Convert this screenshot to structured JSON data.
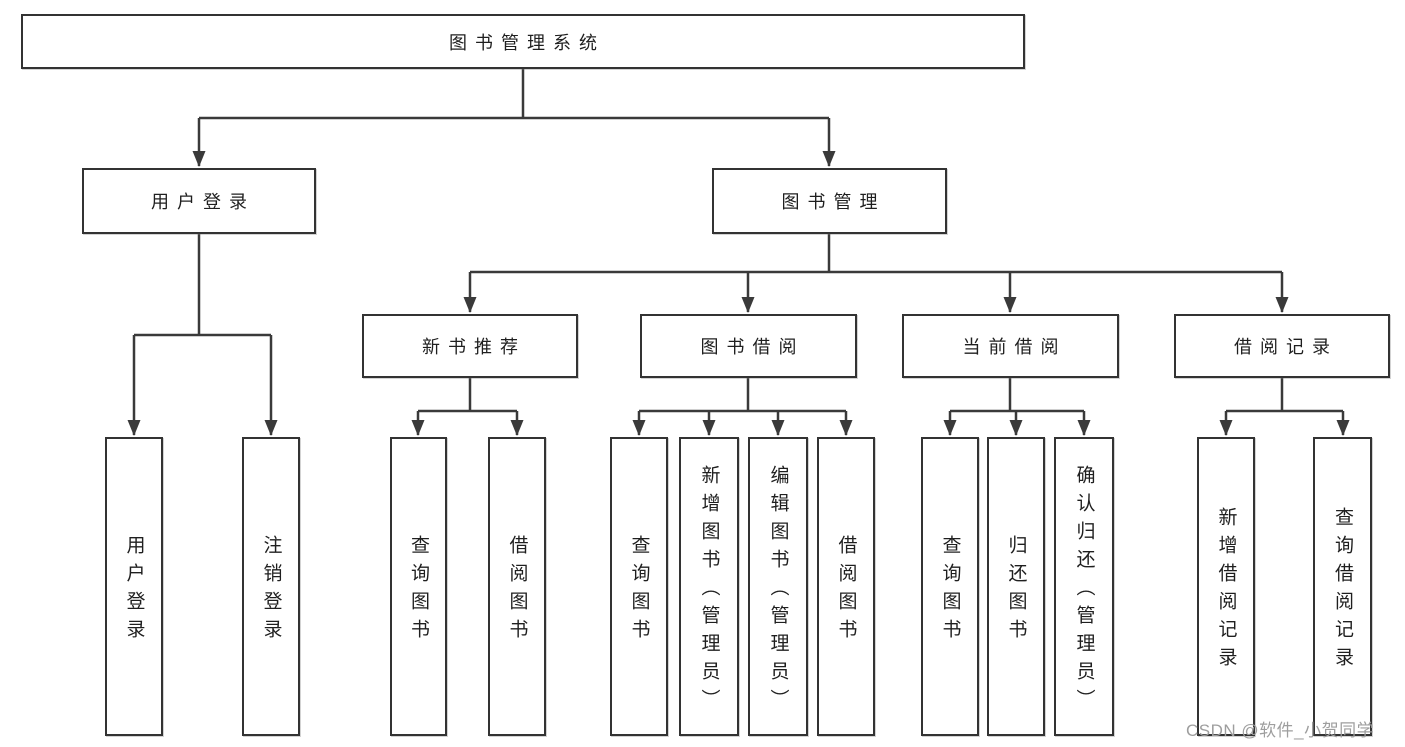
{
  "diagram": {
    "root": {
      "label": "图书管理系统"
    },
    "branches": [
      {
        "label": "用户登录",
        "children": [
          {
            "label": "用户登录"
          },
          {
            "label": "注销登录"
          }
        ]
      },
      {
        "label": "图书管理",
        "children": [
          {
            "label": "新书推荐",
            "children": [
              {
                "label": "查询图书"
              },
              {
                "label": "借阅图书"
              }
            ]
          },
          {
            "label": "图书借阅",
            "children": [
              {
                "label": "查询图书"
              },
              {
                "label": "新增图书（管理员）"
              },
              {
                "label": "编辑图书（管理员）"
              },
              {
                "label": "借阅图书"
              }
            ]
          },
          {
            "label": "当前借阅",
            "children": [
              {
                "label": "查询图书"
              },
              {
                "label": "归还图书"
              },
              {
                "label": "确认归还（管理员）"
              }
            ]
          },
          {
            "label": "借阅记录",
            "children": [
              {
                "label": "新增借阅记录"
              },
              {
                "label": "查询借阅记录"
              }
            ]
          }
        ]
      }
    ]
  },
  "watermark": {
    "text": "CSDN @软件_小贺同学"
  },
  "colors": {
    "line": "#3a3a3a",
    "box_border": "#333333",
    "box_fill": "#ffffff",
    "text": "#1f1f1f",
    "watermark": "#9e9e9e",
    "background": "#ffffff"
  }
}
